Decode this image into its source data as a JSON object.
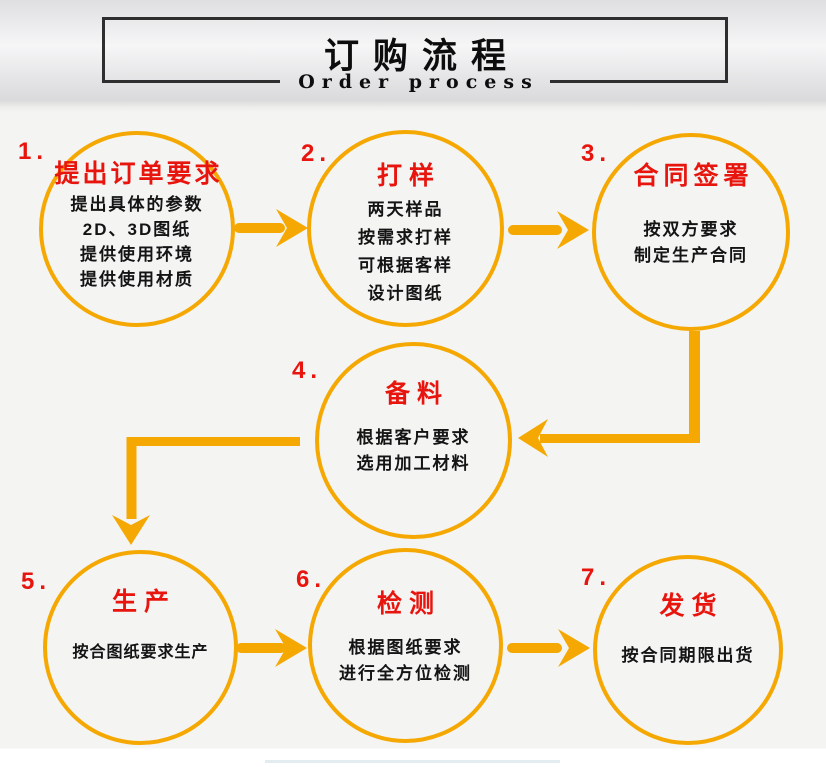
{
  "header": {
    "title": "订购流程",
    "subtitle": "Order process"
  },
  "steps": [
    {
      "number": "1.",
      "title": "提出订单要求",
      "lines": [
        "提出具体的参数",
        "2D、3D图纸",
        "提供使用环境",
        "提供使用材质"
      ]
    },
    {
      "number": "2.",
      "title": "打样",
      "lines": [
        "两天样品",
        "按需求打样",
        "可根据客样",
        "设计图纸"
      ]
    },
    {
      "number": "3.",
      "title": "合同签署",
      "lines": [
        "按双方要求",
        "制定生产合同"
      ]
    },
    {
      "number": "4.",
      "title": "备料",
      "lines": [
        "根据客户要求",
        "选用加工材料"
      ]
    },
    {
      "number": "5.",
      "title": "生产",
      "lines": [
        "按合图纸要求生产"
      ]
    },
    {
      "number": "6.",
      "title": "检测",
      "lines": [
        "根据图纸要求",
        "进行全方位检测"
      ]
    },
    {
      "number": "7.",
      "title": "发货",
      "lines": [
        "按合同期限出货"
      ]
    }
  ],
  "colors": {
    "accent_orange": "#f5a802",
    "step_red": "#e8150e",
    "text_black": "#141414",
    "box_border": "#2e2e2e"
  }
}
